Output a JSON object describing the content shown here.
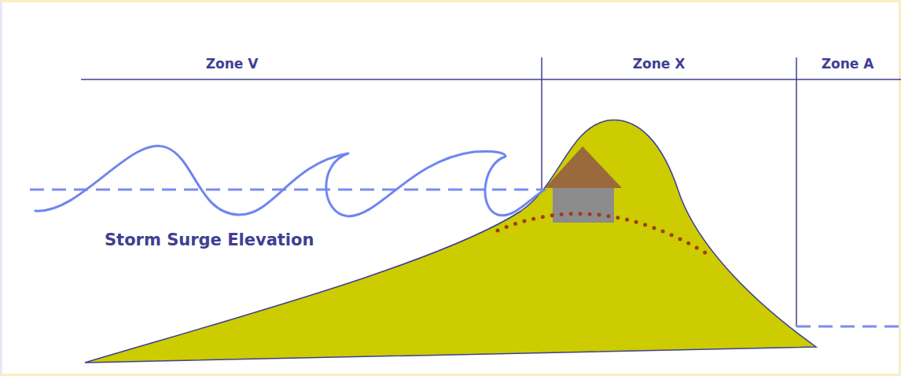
{
  "diagram": {
    "labels": [
      "Zone V",
      "Zone X",
      "Zone A",
      "Storm Surge Elevation"
    ]
  }
}
